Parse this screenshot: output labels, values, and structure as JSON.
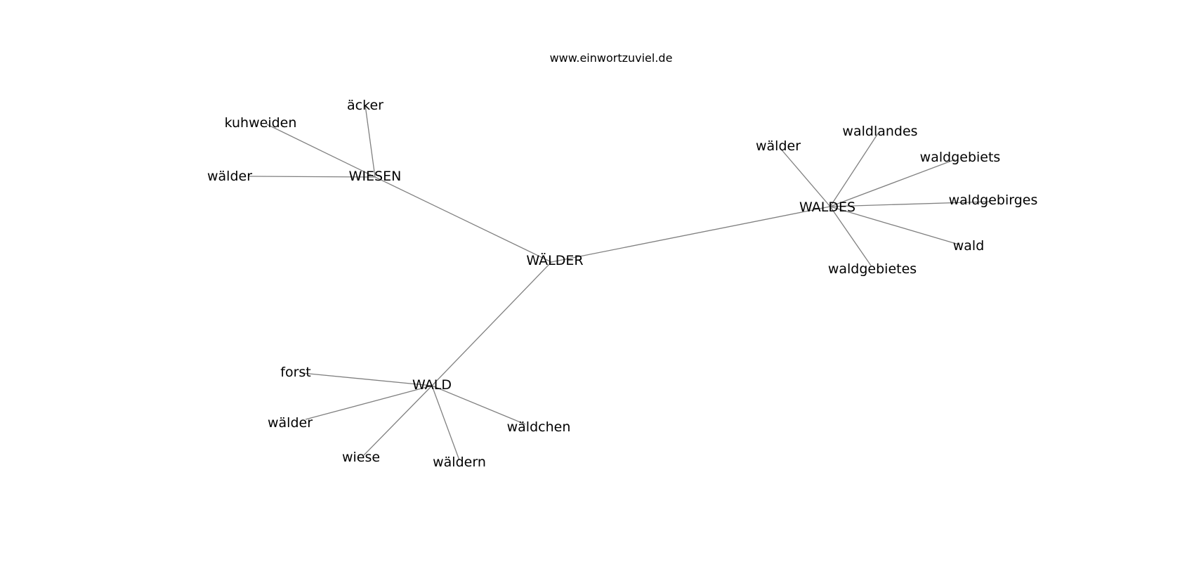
{
  "site": "www.einwortzuviel.de",
  "graph": {
    "nodes": [
      {
        "id": "n0",
        "label": "WÄLDER"
      },
      {
        "id": "n1",
        "label": "WIESEN"
      },
      {
        "id": "n2",
        "label": "WALDES"
      },
      {
        "id": "n3",
        "label": "WALD"
      },
      {
        "id": "n4",
        "label": "äcker"
      },
      {
        "id": "n5",
        "label": "kuhweiden"
      },
      {
        "id": "n6",
        "label": "wälder"
      },
      {
        "id": "n7",
        "label": "wälder"
      },
      {
        "id": "n8",
        "label": "waldlandes"
      },
      {
        "id": "n9",
        "label": "waldgebiets"
      },
      {
        "id": "n10",
        "label": "waldgebirges"
      },
      {
        "id": "n11",
        "label": "wald"
      },
      {
        "id": "n12",
        "label": "waldgebietes"
      },
      {
        "id": "n13",
        "label": "forst"
      },
      {
        "id": "n14",
        "label": "wälder"
      },
      {
        "id": "n15",
        "label": "wiese"
      },
      {
        "id": "n16",
        "label": "wäldern"
      },
      {
        "id": "n17",
        "label": "wäldchen"
      }
    ],
    "edges": [
      [
        "n0",
        "n1"
      ],
      [
        "n0",
        "n2"
      ],
      [
        "n0",
        "n3"
      ],
      [
        "n1",
        "n4"
      ],
      [
        "n1",
        "n5"
      ],
      [
        "n1",
        "n6"
      ],
      [
        "n2",
        "n7"
      ],
      [
        "n2",
        "n8"
      ],
      [
        "n2",
        "n9"
      ],
      [
        "n2",
        "n10"
      ],
      [
        "n2",
        "n11"
      ],
      [
        "n2",
        "n12"
      ],
      [
        "n3",
        "n13"
      ],
      [
        "n3",
        "n14"
      ],
      [
        "n3",
        "n15"
      ],
      [
        "n3",
        "n16"
      ],
      [
        "n3",
        "n17"
      ]
    ]
  }
}
